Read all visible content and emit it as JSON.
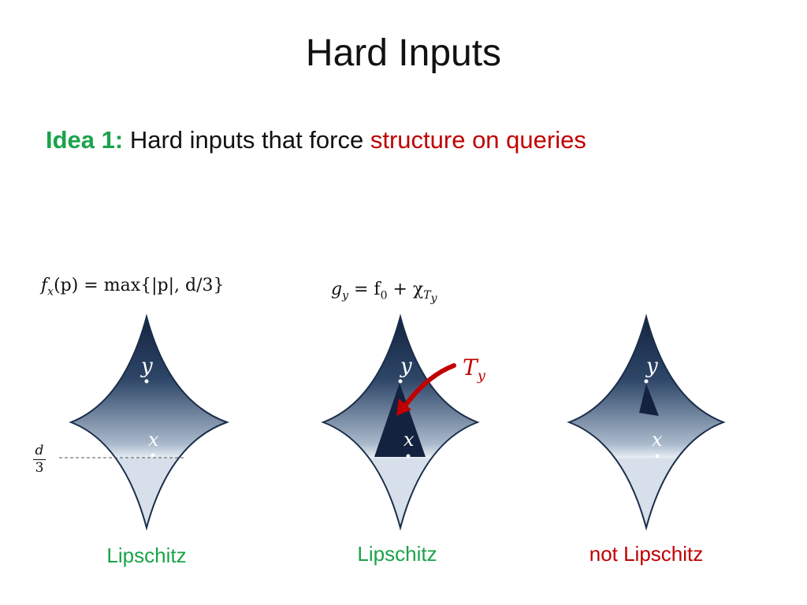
{
  "slide": {
    "title": "Hard Inputs",
    "idea": {
      "lead": "Idea 1:",
      "text": "Hard inputs that force",
      "highlight": "structure on queries"
    }
  },
  "formulas": {
    "f_lhs": "f",
    "f_sub": "x",
    "f_rhs": "(p) = max{|p|, d/3}",
    "g_lhs": "g",
    "g_sub": "y",
    "g_mid": " = f",
    "g_mid_sub": "0",
    "g_plus": " + χ",
    "g_chi_sub": "T",
    "g_chi_subsub": "y"
  },
  "labels": {
    "y": "y",
    "x": "x",
    "T": "T",
    "T_sub": "y",
    "d_num": "d",
    "d_den": "3"
  },
  "captions": {
    "left": "Lipschitz",
    "middle": "Lipschitz",
    "right": "not Lipschitz"
  },
  "colors": {
    "green": "#1aa34a",
    "red": "#c00000",
    "navy": "#1b2d4a",
    "light": "#d7e0ea"
  }
}
